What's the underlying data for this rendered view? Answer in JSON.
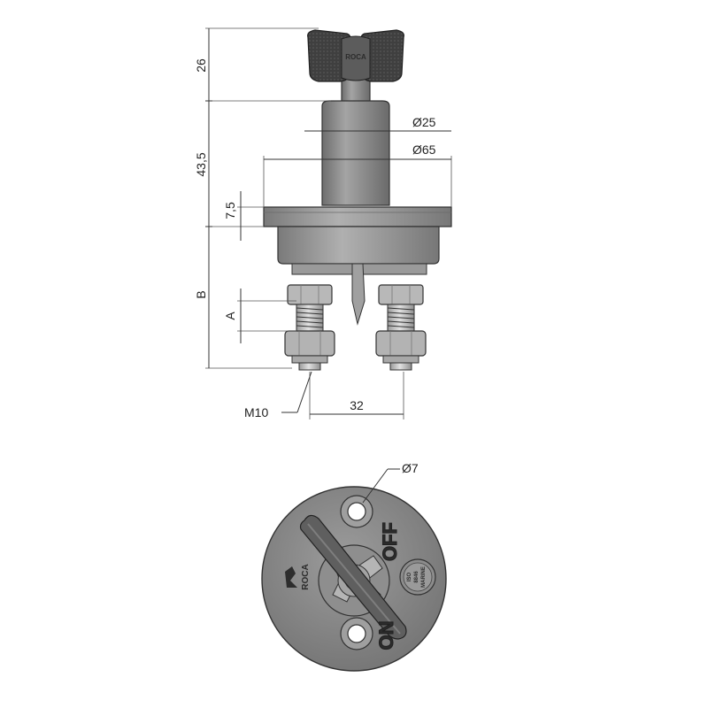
{
  "dimensions": {
    "handle_height": "26",
    "body_height": "43,5",
    "flange_thickness": "7,5",
    "lower_height": "B",
    "thread_length": "A",
    "shaft_diameter": "Ø25",
    "flange_diameter": "Ø65",
    "stud_spacing": "32",
    "thread_size": "M10",
    "hole_diameter": "Ø7"
  },
  "markings": {
    "brand_logo": "ROCA",
    "position_off": "OFF",
    "position_on": "ON",
    "standard_badge_line1": "ISO",
    "standard_badge_line2": "8846",
    "standard_badge_line3": "MARINE"
  },
  "colors": {
    "body": "#8a8a8a",
    "handle": "#4f4f4f",
    "studs": "#b5b5b5",
    "dimension_lines": "#333333"
  }
}
